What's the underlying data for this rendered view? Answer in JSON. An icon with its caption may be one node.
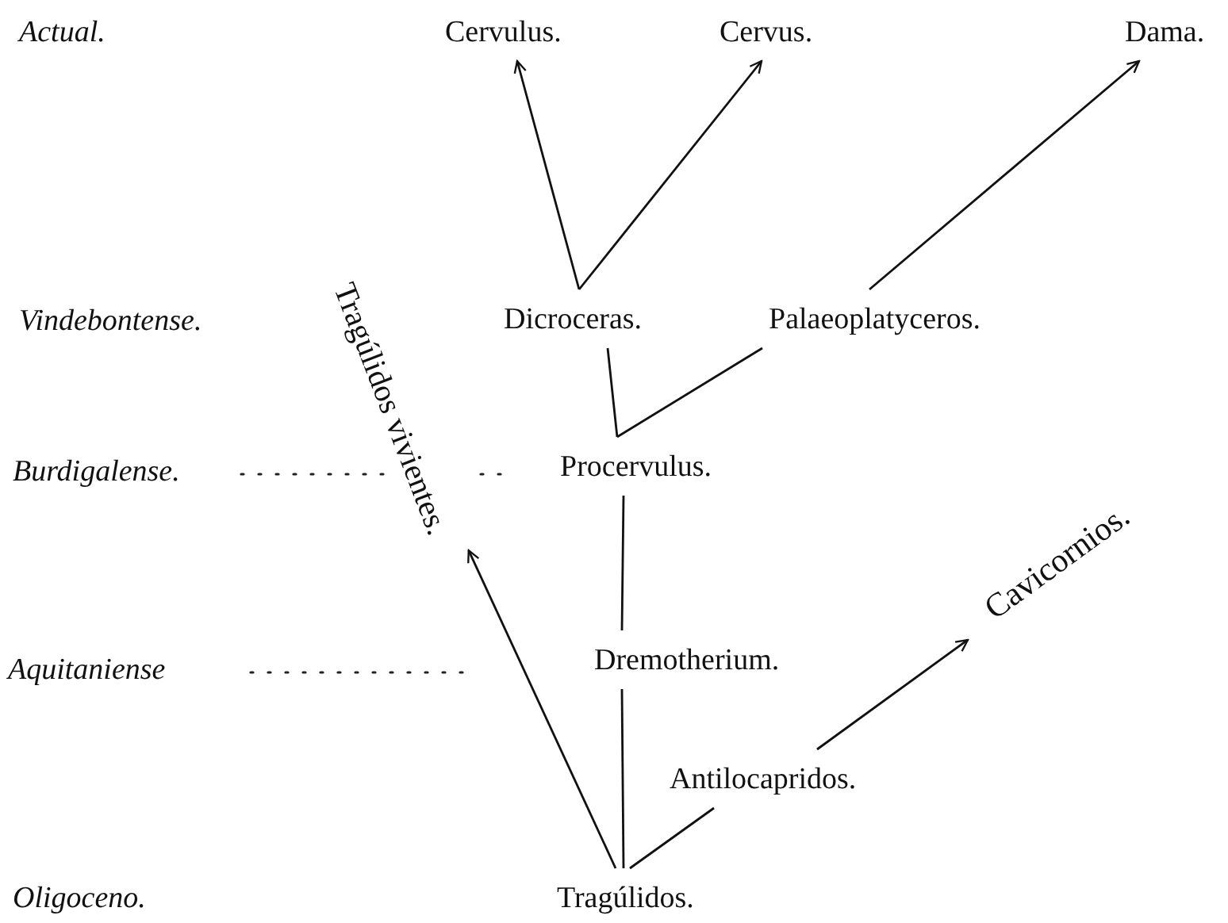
{
  "diagram": {
    "nodes": [
      {
        "text": [
          "Cervulus."
        ]
      },
      {
        "text": [
          "Cervus."
        ]
      },
      {
        "text": [
          "Dama."
        ]
      },
      {
        "text": [
          "Dicroceras."
        ]
      },
      {
        "text": [
          "Palaeoplatyceros."
        ]
      },
      {
        "text": [
          "Tragúlidos vivientes."
        ]
      },
      {
        "text": [
          "Procervulus."
        ]
      },
      {
        "text": [
          "Cavicornios."
        ]
      },
      {
        "text": [
          "Dremotherium."
        ]
      },
      {
        "text": [
          "Antilocapridos."
        ]
      },
      {
        "text": [
          "Tragúlidos."
        ]
      }
    ],
    "edges": [
      {
        "from": 3,
        "to": 0,
        "arrow": "to"
      },
      {
        "from": 3,
        "to": 1,
        "arrow": "to"
      },
      {
        "from": 4,
        "to": 2,
        "arrow": "to"
      },
      {
        "from": 6,
        "to": 3,
        "arrow": "none"
      },
      {
        "from": 6,
        "to": 4,
        "arrow": "none"
      },
      {
        "from": 8,
        "to": 6,
        "arrow": "none"
      },
      {
        "from": 10,
        "to": 8,
        "arrow": "none"
      },
      {
        "from": 10,
        "to": 9,
        "arrow": "none"
      },
      {
        "from": 9,
        "to": 7,
        "arrow": "to"
      },
      {
        "from": 10,
        "to": 5,
        "arrow": "to"
      }
    ],
    "labels": [
      "Actual.",
      "Vindebontense.",
      "Burdigalense.",
      "Aquitaniense",
      "Oligoceno."
    ]
  }
}
